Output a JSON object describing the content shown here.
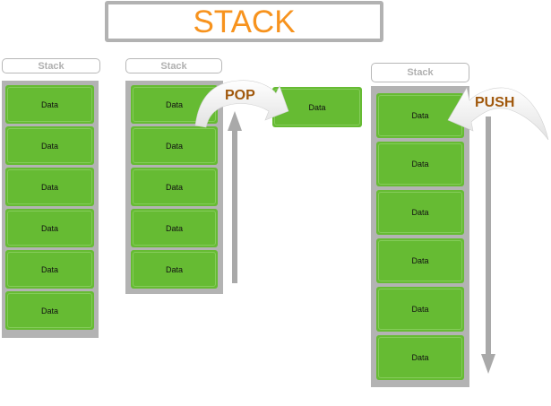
{
  "title": "STACK",
  "stacks": [
    {
      "label": "Stack",
      "items": [
        "Data",
        "Data",
        "Data",
        "Data",
        "Data",
        "Data"
      ]
    },
    {
      "label": "Stack",
      "items": [
        "Data",
        "Data",
        "Data",
        "Data",
        "Data"
      ]
    },
    {
      "label": "Stack",
      "items": [
        "Data",
        "Data",
        "Data",
        "Data",
        "Data",
        "Data"
      ]
    }
  ],
  "pop": {
    "label": "POP",
    "item": "Data"
  },
  "push": {
    "label": "PUSH"
  },
  "colors": {
    "accent": "#f7931e",
    "cell": "#66bb33",
    "column": "#b3b3b3",
    "op_label": "#a0580c"
  }
}
